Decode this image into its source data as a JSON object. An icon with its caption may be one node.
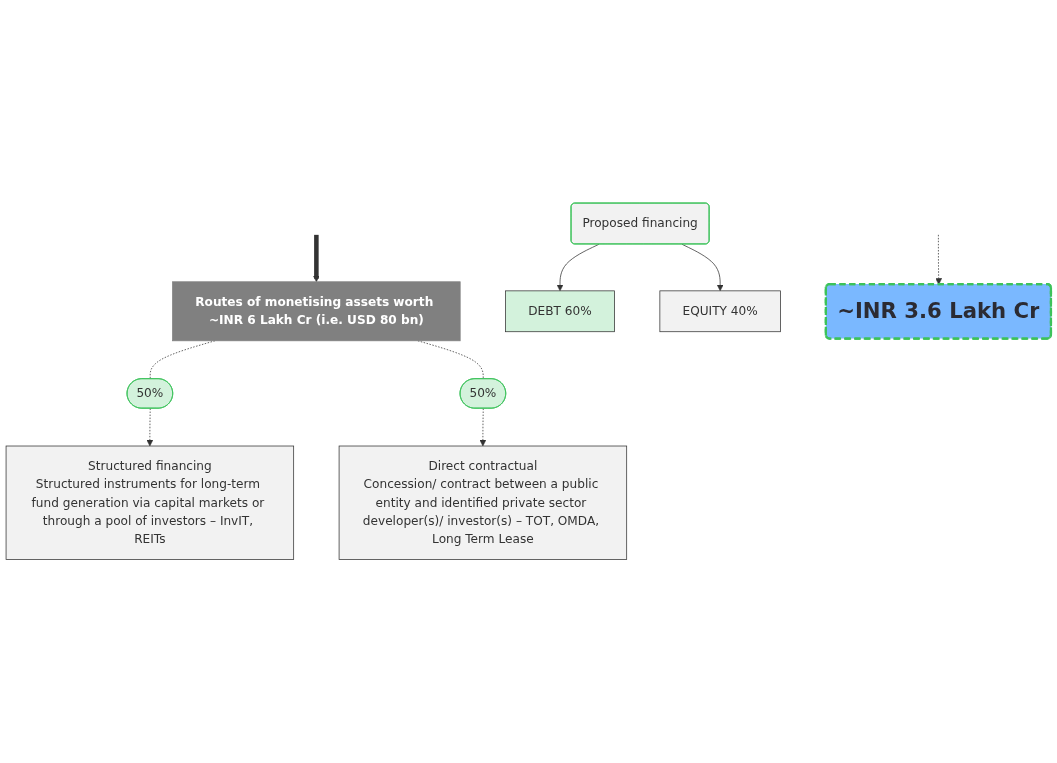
{
  "diagram": {
    "nodes": [
      {
        "text": [
          "Routes of monetising assets worth ~INR 6 Lakh Cr (i.e. USD 80 bn)"
        ]
      },
      {
        "text": [
          "50%"
        ]
      },
      {
        "text": [
          "50%"
        ]
      },
      {
        "text": [
          "Structured financing",
          "Structured instruments for long-term fund generation via capital markets or through a pool of investors – InvIT, REITs"
        ]
      },
      {
        "text": [
          "Direct contractual",
          "Concession/ contract between a public entity and identified private sector developer(s)/ investor(s) – TOT, OMDA, Long Term Lease"
        ]
      },
      {
        "text": [
          "Proposed financing"
        ]
      },
      {
        "text": [
          "DEBT 60%"
        ]
      },
      {
        "text": [
          "EQUITY 40%"
        ]
      },
      {
        "text": [
          "~INR 3.6 Lakh Cr"
        ]
      }
    ],
    "edges": [
      {
        "from": null,
        "to": 0,
        "arrow": "to",
        "style": "thick"
      },
      {
        "from": 0,
        "to": 1,
        "arrow": "none",
        "style": "dashed"
      },
      {
        "from": 0,
        "to": 2,
        "arrow": "none",
        "style": "dashed"
      },
      {
        "from": 1,
        "to": 3,
        "arrow": "to",
        "style": "dashed"
      },
      {
        "from": 2,
        "to": 4,
        "arrow": "to",
        "style": "dashed"
      },
      {
        "from": 5,
        "to": 6,
        "arrow": "to"
      },
      {
        "from": 5,
        "to": 7,
        "arrow": "to"
      },
      {
        "from": null,
        "to": 8,
        "arrow": "to",
        "style": "dashed"
      }
    ]
  }
}
